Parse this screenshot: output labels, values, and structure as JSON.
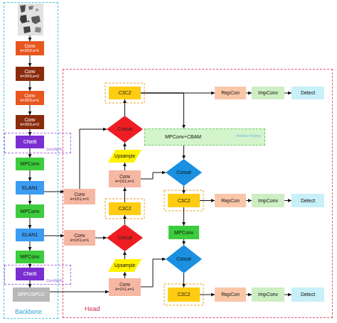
{
  "diagram": {
    "nodes": [
      {
        "text": [
          "Backbone"
        ]
      },
      {
        "text": [
          "Conv",
          "k=3X3,s=1"
        ],
        "in": 0
      },
      {
        "text": [
          "Conv",
          "k=3X3,s=2"
        ],
        "in": 0
      },
      {
        "text": [
          "Conv",
          "k=3X3,s=1"
        ],
        "in": 0
      },
      {
        "text": [
          "Conv",
          "k=3X3,s=2"
        ],
        "in": 0
      },
      {
        "text": [
          "ConvNeXt"
        ],
        "in": 0
      },
      {
        "text": [
          "CNeB"
        ],
        "in": 5
      },
      {
        "text": [
          "MPConv"
        ],
        "in": 0
      },
      {
        "text": [
          "ELAN1"
        ],
        "in": 0
      },
      {
        "text": [
          "MPConv"
        ],
        "in": 0
      },
      {
        "text": [
          "ELAN1"
        ],
        "in": 0
      },
      {
        "text": [
          "MPConv"
        ],
        "in": 0
      },
      {
        "text": [
          "ConvNeXt"
        ],
        "in": 0
      },
      {
        "text": [
          "CNeB"
        ],
        "in": 12
      },
      {
        "text": [
          "SPPCSPCC"
        ],
        "in": 0
      },
      {
        "text": [
          "Head"
        ]
      },
      {
        "text": [
          "C3C2"
        ],
        "in": 15
      },
      {
        "text": [
          "RepCon"
        ],
        "in": 15
      },
      {
        "text": [
          "ImpConv"
        ],
        "in": 15
      },
      {
        "text": [
          "Detect"
        ],
        "in": 15
      },
      {
        "text": [
          "Concat"
        ],
        "in": 15
      },
      {
        "text": [
          "MPConv+CBAM",
          "Attention Pooling"
        ],
        "in": 15
      },
      {
        "text": [
          "Upsample"
        ],
        "in": 15
      },
      {
        "text": [
          "Conv",
          "k=1X1,s=1"
        ],
        "in": 15
      },
      {
        "text": [
          "Concat"
        ],
        "in": 15
      },
      {
        "text": [
          "Conv",
          "k=1X1,s=1"
        ],
        "in": 15
      },
      {
        "text": [
          "C3C2"
        ],
        "in": 15
      },
      {
        "text": [
          "C3C2"
        ],
        "in": 15
      },
      {
        "text": [
          "RepCon"
        ],
        "in": 15
      },
      {
        "text": [
          "ImpConv"
        ],
        "in": 15
      },
      {
        "text": [
          "Detect"
        ],
        "in": 15
      },
      {
        "text": [
          "MPConv"
        ],
        "in": 15
      },
      {
        "text": [
          "Concat"
        ],
        "in": 15
      },
      {
        "text": [
          "Conv",
          "k=1X1,s=1"
        ],
        "in": 15
      },
      {
        "text": [
          "Concat"
        ],
        "in": 15
      },
      {
        "text": [
          "Upsample"
        ],
        "in": 15
      },
      {
        "text": [
          "Conv",
          "k=1X1,s=1"
        ],
        "in": 15
      },
      {
        "text": [
          "C3C2"
        ],
        "in": 15
      },
      {
        "text": [
          "RepCon"
        ],
        "in": 15
      },
      {
        "text": [
          "ImpConv"
        ],
        "in": 15
      },
      {
        "text": [
          "Detect"
        ],
        "in": 15
      }
    ],
    "edges": [
      {
        "from": 1,
        "to": 2,
        "arrow": "to"
      },
      {
        "from": 2,
        "to": 3,
        "arrow": "to"
      },
      {
        "from": 3,
        "to": 4,
        "arrow": "to"
      },
      {
        "from": 4,
        "to": 6,
        "arrow": "to"
      },
      {
        "from": 6,
        "to": 7,
        "arrow": "to"
      },
      {
        "from": 7,
        "to": 8,
        "arrow": "to"
      },
      {
        "from": 8,
        "to": 9,
        "arrow": "to"
      },
      {
        "from": 9,
        "to": 10,
        "arrow": "to"
      },
      {
        "from": 10,
        "to": 11,
        "arrow": "to"
      },
      {
        "from": 11,
        "to": 13,
        "arrow": "to"
      },
      {
        "from": 13,
        "to": 14,
        "arrow": "to"
      },
      {
        "from": 8,
        "to": 25,
        "arrow": "to"
      },
      {
        "from": 25,
        "to": 20,
        "arrow": "to"
      },
      {
        "from": 10,
        "to": 33,
        "arrow": "to"
      },
      {
        "from": 33,
        "to": 32,
        "arrow": "to"
      },
      {
        "from": 14,
        "to": 36,
        "arrow": "to"
      },
      {
        "from": 36,
        "to": 35,
        "arrow": "to"
      },
      {
        "from": 35,
        "to": 32,
        "arrow": "to"
      },
      {
        "from": 32,
        "to": 26,
        "arrow": "to"
      },
      {
        "from": 26,
        "to": 23,
        "arrow": "to"
      },
      {
        "from": 23,
        "to": 22,
        "arrow": "to"
      },
      {
        "from": 22,
        "to": 20,
        "arrow": "to"
      },
      {
        "from": 20,
        "to": 16,
        "arrow": "to"
      },
      {
        "from": 16,
        "to": 17,
        "arrow": "to"
      },
      {
        "from": 17,
        "to": 18,
        "arrow": "to"
      },
      {
        "from": 18,
        "to": 19,
        "arrow": "to"
      },
      {
        "from": 16,
        "to": 21,
        "arrow": "to"
      },
      {
        "from": 21,
        "to": 24,
        "arrow": "to"
      },
      {
        "from": 23,
        "to": 24,
        "arrow": "to"
      },
      {
        "from": 24,
        "to": 27,
        "arrow": "to"
      },
      {
        "from": 27,
        "to": 28,
        "arrow": "to"
      },
      {
        "from": 28,
        "to": 29,
        "arrow": "to"
      },
      {
        "from": 29,
        "to": 30,
        "arrow": "to"
      },
      {
        "from": 27,
        "to": 31,
        "arrow": "to"
      },
      {
        "from": 31,
        "to": 34,
        "arrow": "to"
      },
      {
        "from": 36,
        "to": 34,
        "arrow": "to"
      },
      {
        "from": 34,
        "to": 37,
        "arrow": "to"
      },
      {
        "from": 37,
        "to": 38,
        "arrow": "to"
      },
      {
        "from": 38,
        "to": 39,
        "arrow": "to"
      },
      {
        "from": 39,
        "to": 40,
        "arrow": "to"
      }
    ]
  }
}
